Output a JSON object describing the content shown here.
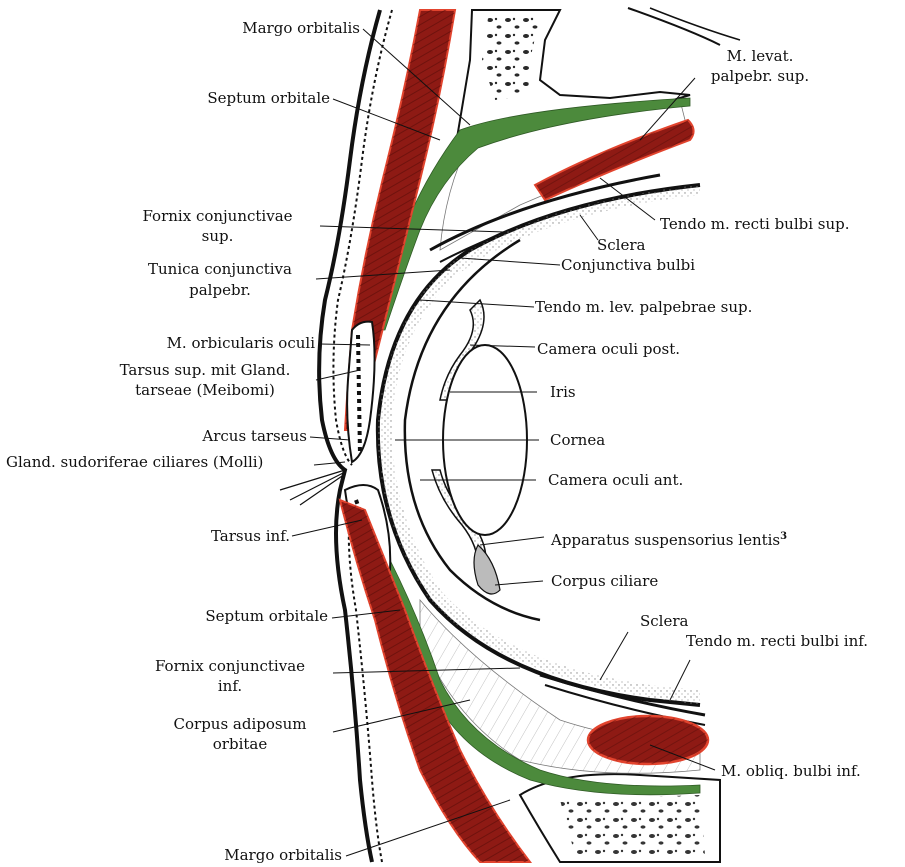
{
  "figure": {
    "labels": {
      "margo_orbitalis_top": "Margo orbitalis",
      "septum_orbitale_top": "Septum orbitale",
      "fornix_sup_1": "Fornix conjunctivae",
      "fornix_sup_2": "sup.",
      "tunica_1": "Tunica conjunctiva",
      "tunica_2": "palpebr.",
      "orbicularis": "M. orbicularis oculi",
      "tarsus_sup_1": "Tarsus sup. mit Gland.",
      "tarsus_sup_2": "tarseae (Meibomi)",
      "arcus": "Arcus tarseus",
      "gland_molli": "Gland. sudoriferae ciliares (Molli)",
      "tarsus_inf": "Tarsus inf.",
      "septum_orbitale_bottom": "Septum orbitale",
      "fornix_inf_1": "Fornix conjunctivae",
      "fornix_inf_2": "inf.",
      "corpus_adiposum_1": "Corpus adiposum",
      "corpus_adiposum_2": "orbitae",
      "margo_orbitalis_bottom": "Margo orbitalis",
      "levat_1": "M. levat.",
      "levat_2": "palpebr. sup.",
      "tendo_recti_sup": "Tendo m. recti bulbi sup.",
      "sclera_top": "Sclera",
      "conj_bulbi": "Conjunctiva bulbi",
      "tendo_lev": "Tendo m. lev. palpebrae sup.",
      "camera_post": "Camera oculi post.",
      "iris": "Iris",
      "cornea": "Cornea",
      "camera_ant": "Camera oculi ant.",
      "apparatus": "Apparatus suspensorius lentis",
      "apparatus_sup": "3",
      "corpus_ciliare": "Corpus ciliare",
      "sclera_bottom": "Sclera",
      "tendo_recti_inf": "Tendo m. recti bulbi inf.",
      "obliq": "M. obliq. bulbi inf."
    },
    "colors": {
      "muscle": "#8e1a14",
      "muscle_edge": "#e2442e",
      "septum_green": "#4c8a3c",
      "bone": "#ffffff",
      "ink": "#111111",
      "stipple": "#bcbcbc"
    }
  }
}
